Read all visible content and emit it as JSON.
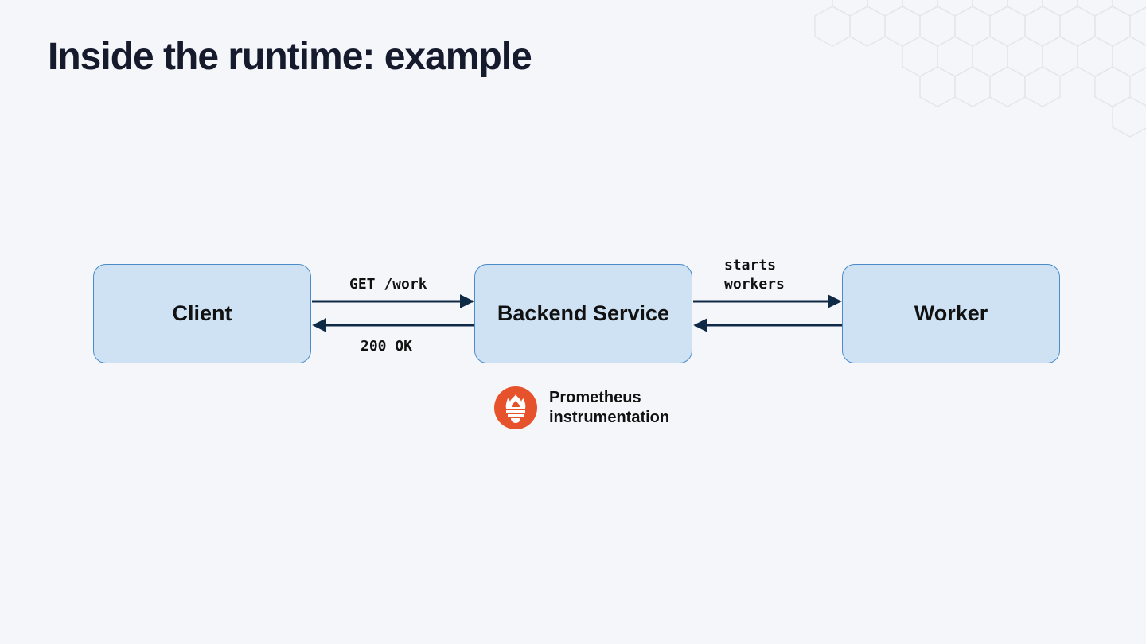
{
  "slide": {
    "title": "Inside the runtime: example"
  },
  "diagram": {
    "nodes": {
      "client": "Client",
      "backend": "Backend Service",
      "worker": "Worker"
    },
    "edges": {
      "request_label": "GET /work",
      "response_label": "200 OK",
      "workers_label": "starts\nworkers"
    },
    "instrumentation": {
      "icon": "prometheus-logo-icon",
      "label": "Prometheus\ninstrumentation",
      "color": "#e6522c"
    },
    "colors": {
      "box_fill": "#cfe2f3",
      "box_border": "#4a8cc9",
      "arrow": "#0f2a47"
    }
  }
}
